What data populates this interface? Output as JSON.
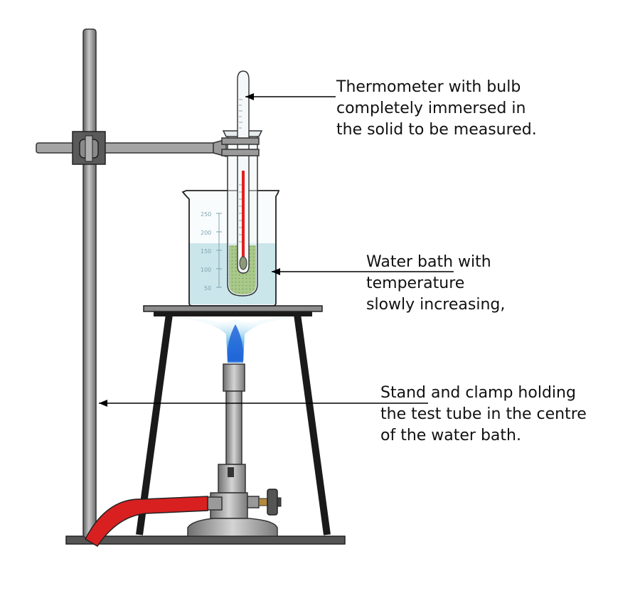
{
  "diagram": {
    "labels": {
      "thermometer": {
        "lines": [
          "Thermometer with bulb",
          "completely immersed in",
          "the solid to be measured."
        ]
      },
      "water_bath": {
        "lines": [
          "Water bath with",
          "temperature",
          "slowly increasing,"
        ]
      },
      "stand_clamp": {
        "lines": [
          "Stand and clamp holding",
          "the test tube in the centre",
          "of the water bath."
        ]
      }
    },
    "beaker_scale": [
      "250",
      "200",
      "150",
      "100",
      "50"
    ],
    "colors": {
      "water": "#b7dde3",
      "mercury": "#e02020",
      "tube": "#d92020",
      "flame_outer": "#9fd8ea",
      "flame_inner": "#1e64d8",
      "metal": "#8a8a8a",
      "solid_sample": "#a9c98a"
    }
  }
}
